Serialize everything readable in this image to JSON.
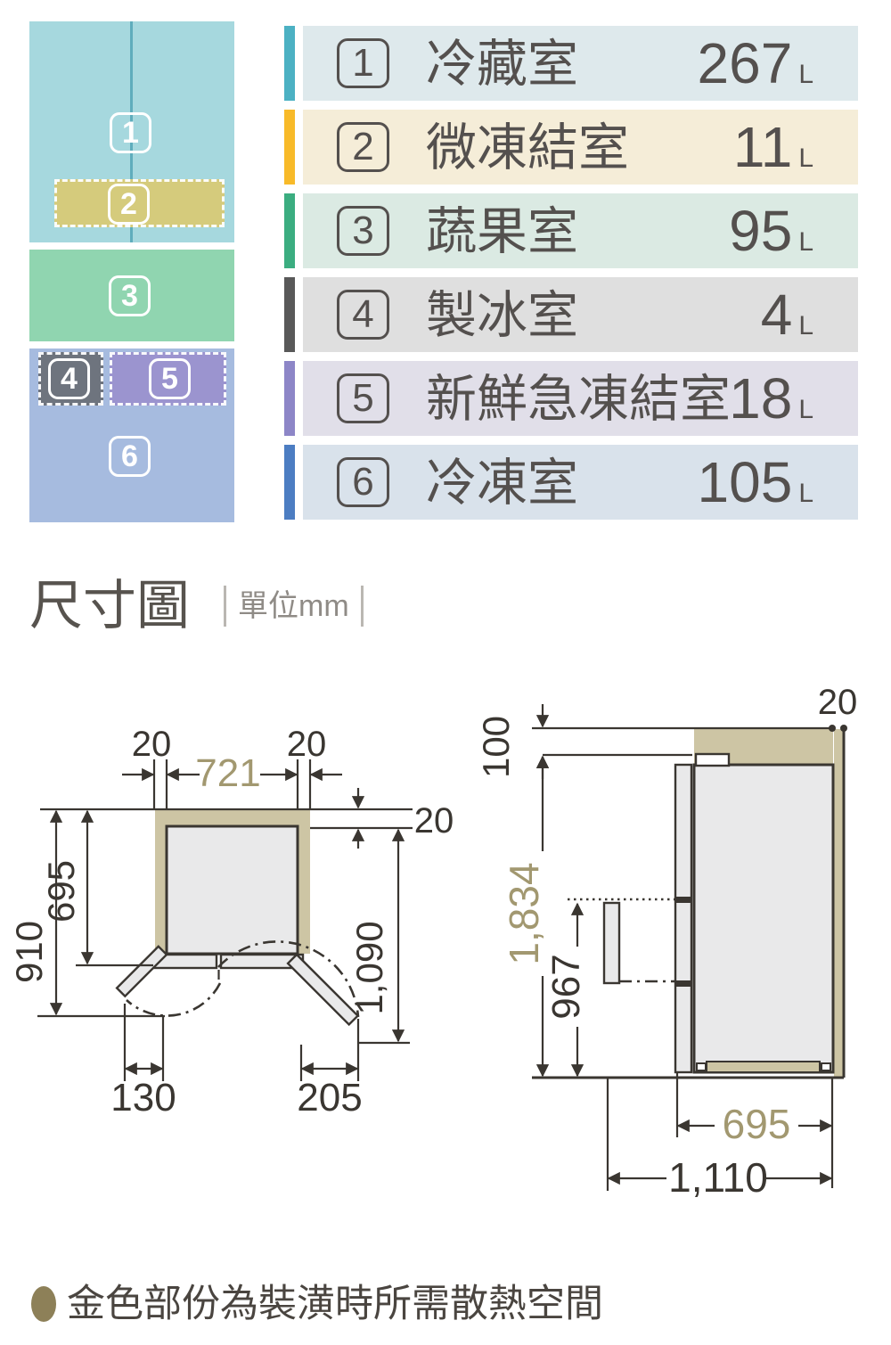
{
  "fridge_diagram": {
    "badges": [
      "1",
      "2",
      "3",
      "4",
      "5",
      "6"
    ]
  },
  "legend": {
    "rows": [
      {
        "num": "1",
        "label": "冷藏室",
        "value": "267",
        "unit": "L",
        "accent": "#4cb1c3",
        "bg": "#dee9ec"
      },
      {
        "num": "2",
        "label": "微凍結室",
        "value": "11",
        "unit": "L",
        "accent": "#f8ba29",
        "bg": "#f5edd8"
      },
      {
        "num": "3",
        "label": "蔬果室",
        "value": "95",
        "unit": "L",
        "accent": "#3bad80",
        "bg": "#dbeae3"
      },
      {
        "num": "4",
        "label": "製冰室",
        "value": "4",
        "unit": "L",
        "accent": "#595959",
        "bg": "#dfdfdf"
      },
      {
        "num": "5",
        "label": "新鮮急凍結室",
        "value": "18",
        "unit": "L",
        "accent": "#8d86c7",
        "bg": "#e1dfe9"
      },
      {
        "num": "6",
        "label": "冷凍室",
        "value": "105",
        "unit": "L",
        "accent": "#4c7dc2",
        "bg": "#d9e2eb"
      }
    ]
  },
  "dim_section": {
    "title": "尺寸圖",
    "unit_label": "單位mm"
  },
  "front_view": {
    "clearance_left": "20",
    "width": "721",
    "clearance_right": "20",
    "clearance_rear": "20",
    "depth_door_open": "910",
    "depth_body": "695",
    "depth_overall": "1,090",
    "door_left_open": "130",
    "door_right_open": "205"
  },
  "side_view": {
    "clearance_top": "100",
    "clearance_rear": "20",
    "height_overall": "1,834",
    "height_freezer_top": "967",
    "depth_body": "695",
    "depth_door_open": "1,110"
  },
  "footnote": {
    "text": "金色部份為裝潢時所需散熱空間"
  },
  "colors": {
    "section_fridge": "#a6d8de",
    "section_vegetable": "#90d5b0",
    "section_freezer": "#a6bbdf",
    "box_partial_freeze": "#d5cb7c",
    "box_ice": "#6e747e",
    "box_quick_freeze": "#9b94cf",
    "clearance_gold": "#cdc5a4",
    "gold_text": "#a29870",
    "line_dark": "#3a3631",
    "legend_text": "#54504e"
  }
}
